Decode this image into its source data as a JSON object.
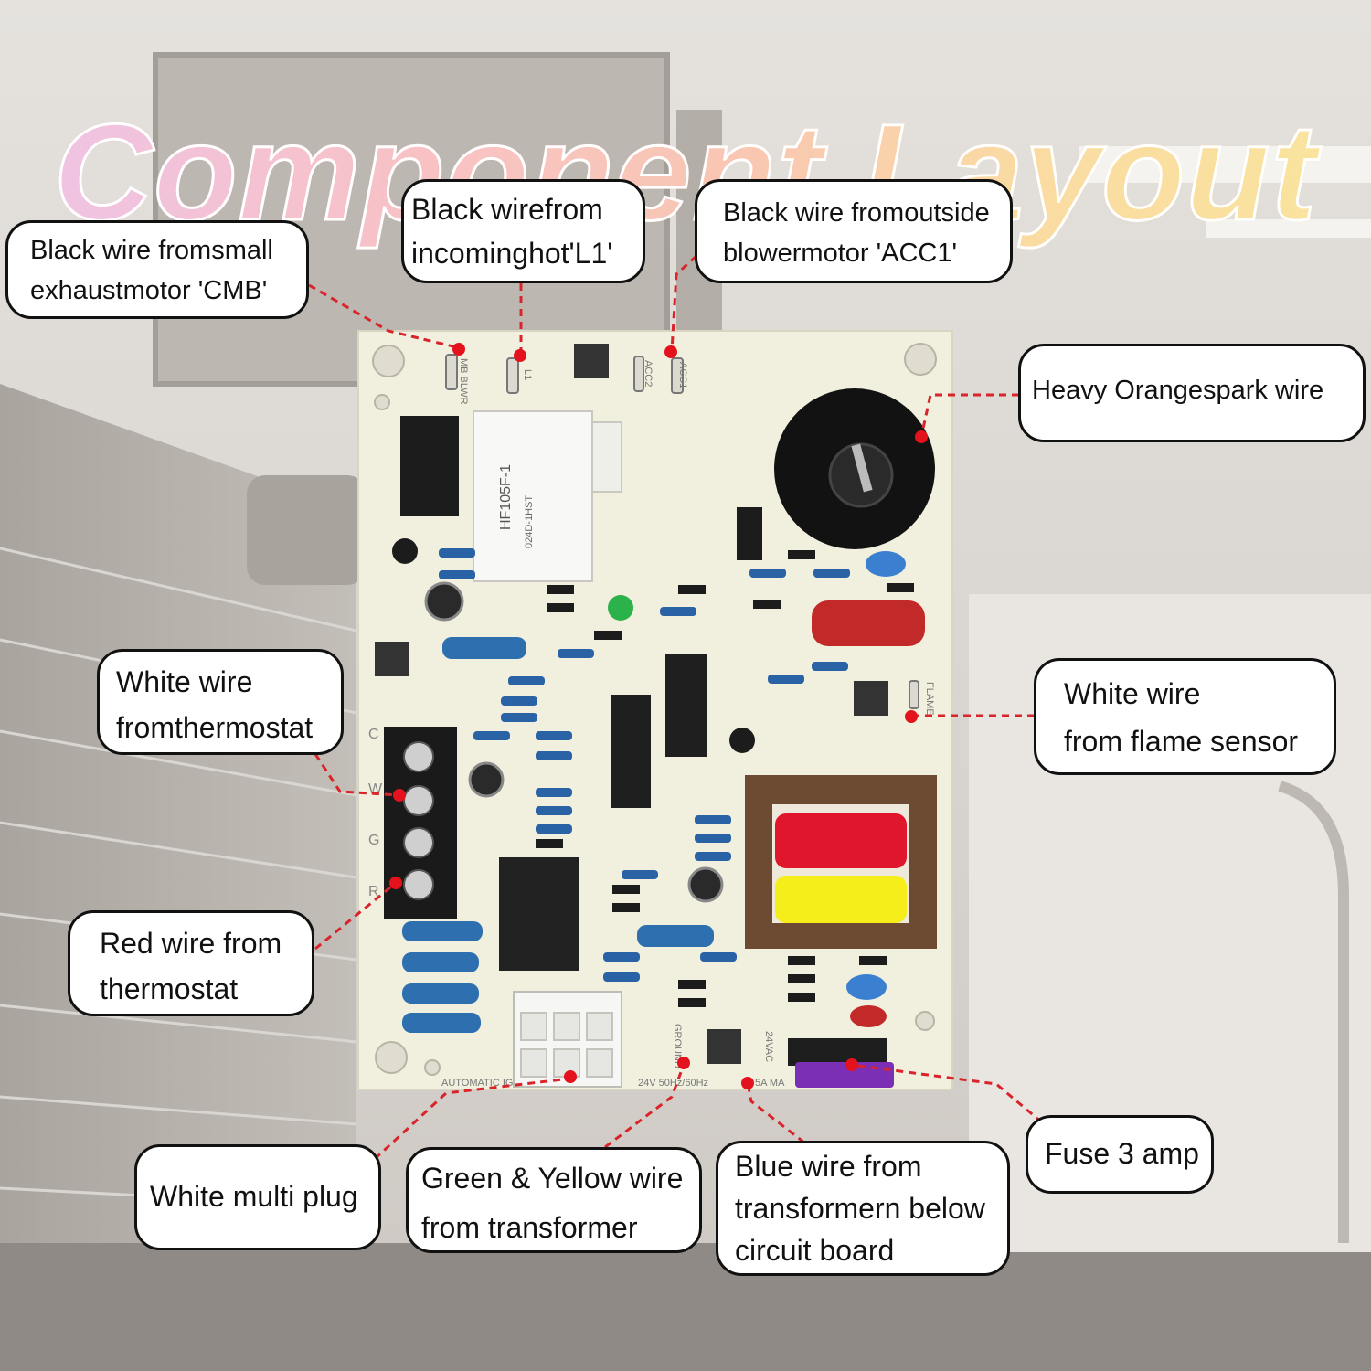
{
  "title": "Component Layout",
  "callouts": {
    "cmb": {
      "line1": "Black wire fromsmall",
      "line2": "exhaustmotor 'CMB'"
    },
    "l1": {
      "line1": "Black wirefrom",
      "line2": "incominghot'L1'"
    },
    "acc1": {
      "line1": "Black wire fromoutside",
      "line2": "blowermotor 'ACC1'"
    },
    "spark": {
      "line1": "Heavy Orangespark wire"
    },
    "thermostat_white": {
      "line1": "White wire",
      "line2": "fromthermostat"
    },
    "flame": {
      "line1": "White wire",
      "line2": "from flame sensor"
    },
    "thermostat_red": {
      "line1": "Red wire from",
      "line2": "thermostat"
    },
    "multiplug": {
      "line1": "White multi plug"
    },
    "ground": {
      "line1": "Green & Yellow wire",
      "line2": "from transformer"
    },
    "blue": {
      "line1": "Blue wire from",
      "line2": "transformern below",
      "line3": "circuit board"
    },
    "fuse": {
      "line1": "Fuse 3 amp"
    }
  },
  "board_text": {
    "relay_model": "HF105F-1",
    "relay_spec": "024D-1HST",
    "bottom_left": "AUTOMATIC IG",
    "bottom_mid": "24V 50Hz/60Hz",
    "bottom_right": "5A MA",
    "ground_label": "GROUND",
    "ac_label": "24VAC",
    "flame_label": "FLAME",
    "acc1_label": "ACC1",
    "acc2_label": "ACC2",
    "l1_label": "L1",
    "blwr_label": "MB BLWR",
    "terminal_c": "C",
    "terminal_w": "W",
    "terminal_g": "G",
    "terminal_r": "R"
  },
  "colors": {
    "leader": "#d8242a",
    "board": "#f1efdd",
    "transformer_red": "#e0162c",
    "transformer_yellow": "#f6ee1b",
    "fuse": "#7b2fb5"
  }
}
